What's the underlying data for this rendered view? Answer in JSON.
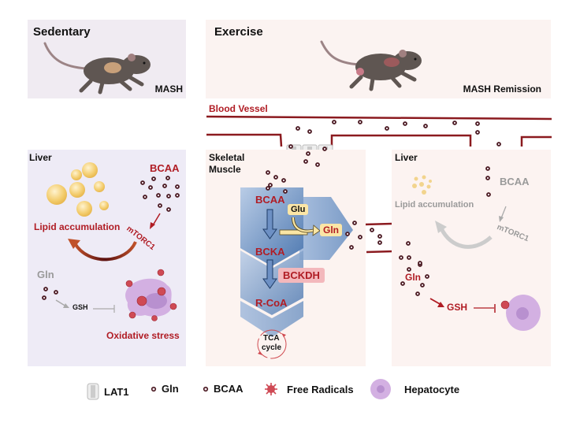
{
  "colors": {
    "sedentary_bg": "#f0ebf2",
    "exercise_bg": "#fbf3f1",
    "liver_sed_bg": "#eeebf6",
    "muscle_bg": "#fcf3f0",
    "liver_ex_bg": "#fcf3f1",
    "vessel": "#8b1a1f",
    "accent_red": "#b01c24",
    "muted_grey": "#9a9a9a",
    "hepatocyte": "#d4b0e0",
    "muscle_blue": "#6f94c4",
    "glu_tag": "#fbe6a6",
    "bckdh_tag": "#f3b8bc"
  },
  "top": {
    "sedentary": {
      "title": "Sedentary",
      "state": "MASH"
    },
    "exercise": {
      "title": "Exercise",
      "state": "MASH Remission"
    }
  },
  "vessel": {
    "label": "Blood Vessel"
  },
  "liver_sedentary": {
    "title": "Liver",
    "bcaa_label": "BCAA",
    "mtorc1_label": "mTORC1",
    "lipid_label": "Lipid accumulation",
    "gln_label": "Gln",
    "gsh_label": "GSH",
    "oxidative_label": "Oxidative stress"
  },
  "muscle": {
    "title_line1": "Skeletal",
    "title_line2": "Muscle",
    "steps": [
      "BCAA",
      "BCKA",
      "R-CoA"
    ],
    "glu_label": "Glu",
    "gln_label": "Gln",
    "enzyme_label": "BCKDH",
    "tca_line1": "TCA",
    "tca_line2": "cycle"
  },
  "liver_exercise": {
    "title": "Liver",
    "bcaa_label": "BCAA",
    "mtorc1_label": "mTORC1",
    "lipid_label": "Lipid accumulation",
    "gln_label": "Gln",
    "gsh_label": "GSH"
  },
  "legend": [
    {
      "icon": "lat1-transporter-icon",
      "label": "LAT1"
    },
    {
      "icon": "gln-dot-icon",
      "label": "Gln"
    },
    {
      "icon": "bcaa-dot-icon",
      "label": "BCAA"
    },
    {
      "icon": "free-radical-icon",
      "label": "Free Radicals"
    },
    {
      "icon": "hepatocyte-icon",
      "label": "Hepatocyte"
    }
  ]
}
